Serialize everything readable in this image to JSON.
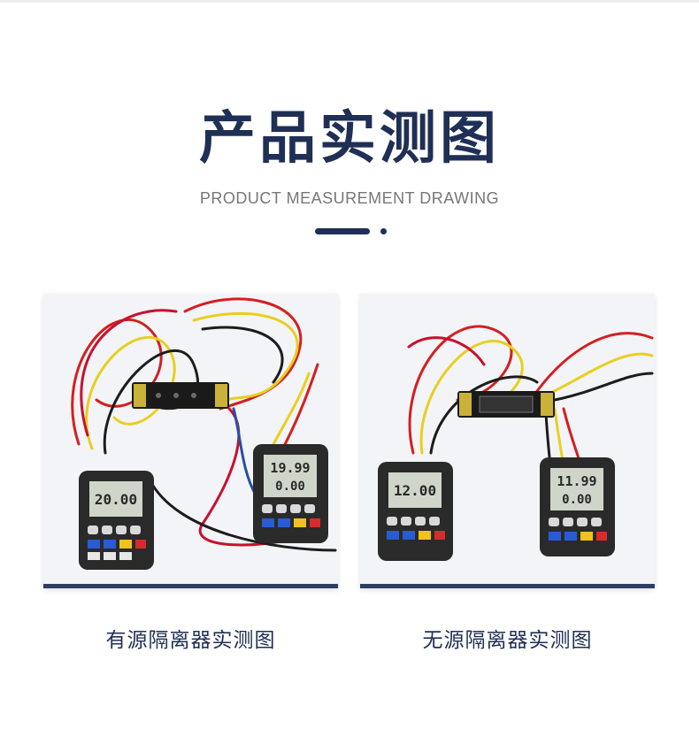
{
  "header": {
    "title": "产品实测图",
    "subtitle": "PRODUCT MEASUREMENT DRAWING"
  },
  "photos": [
    {
      "caption": "有源隔离器实测图",
      "meters": [
        {
          "top": "20.00",
          "bottom": ""
        },
        {
          "top": "19.99",
          "bottom": "0.00"
        }
      ]
    },
    {
      "caption": "无源隔离器实测图",
      "meters": [
        {
          "top": "12.00",
          "bottom": ""
        },
        {
          "top": "11.99",
          "bottom": "0.00"
        }
      ]
    }
  ],
  "colors": {
    "title": "#1f2f55",
    "subtitle": "#777777",
    "accent": "#1f2f55",
    "frame_underline": "#2c3e66"
  }
}
